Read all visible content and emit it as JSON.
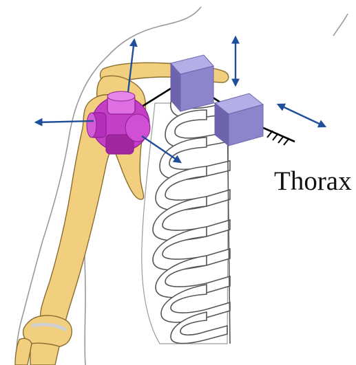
{
  "figure": {
    "label": "Thorax"
  },
  "colors": {
    "background": "#ffffff",
    "bone_fill": "#f2cf7f",
    "bone_stroke": "#8a6d2e",
    "rib_fill": "#ffffff",
    "rib_stroke": "#555555",
    "outline": "#9a9a9a",
    "joint_magenta": "#c23fc6",
    "joint_magenta_dark": "#8e1f93",
    "joint_magenta_light": "#df6fe3",
    "block_purple": "#8c85cc",
    "block_purple_dark": "#6c65ad",
    "block_purple_light": "#b3aee6",
    "arrow_blue": "#1f4f9a",
    "link_black": "#000000"
  },
  "icons": {
    "shoulder_joint": "magenta-ball-joint",
    "clavicle_block": "purple-cube",
    "thorax_block": "purple-cube",
    "ground": "hatched-ground-icon"
  }
}
